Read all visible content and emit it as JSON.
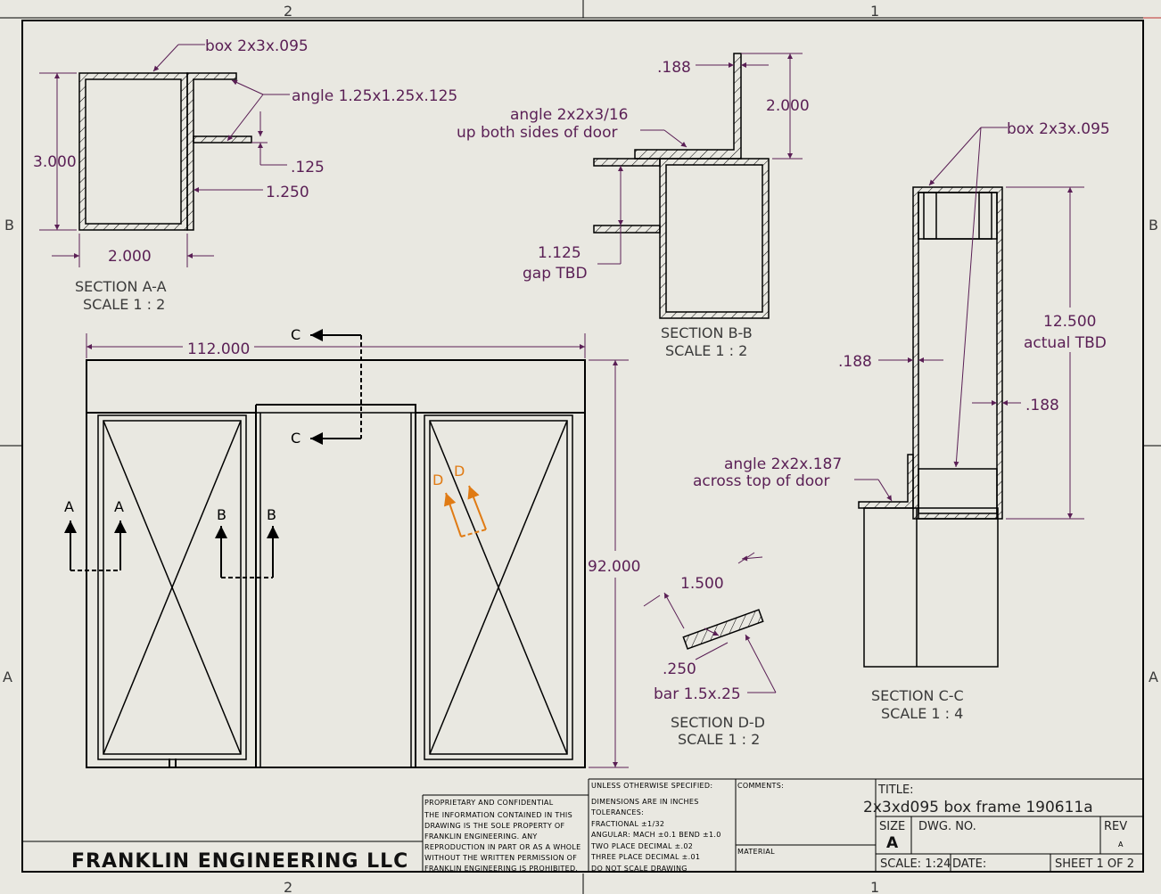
{
  "border": {
    "zone_top_left": "2",
    "zone_top_right": "1",
    "zone_bottom_left": "2",
    "zone_bottom_right": "1",
    "row_b": "B",
    "row_a": "A"
  },
  "section_aa": {
    "callout_box": "box 2x3x.095",
    "callout_angle": "angle 1.25x1.25x.125",
    "dim_height": "3.000",
    "dim_width": "2.000",
    "dim_thk": ".125",
    "dim_leg": "1.250",
    "title": "SECTION A-A",
    "scale": "SCALE 1 : 2"
  },
  "section_bb": {
    "dim_thk": ".188",
    "dim_height": "2.000",
    "callout_line1": "angle 2x2x3/16",
    "callout_line2": "up both sides of door",
    "dim_gap": "1.125",
    "gap_note": "gap TBD",
    "title": "SECTION B-B",
    "scale": "SCALE 1 : 2"
  },
  "section_cc": {
    "callout_box": "box 2x3x.095",
    "dim_height": "12.500",
    "dim_note": "actual TBD",
    "dim_thk_left": ".188",
    "dim_thk_right": ".188",
    "callout_line1": "angle 2x2x.187",
    "callout_line2": "across top of door",
    "title": "SECTION C-C",
    "scale": "SCALE 1 : 4"
  },
  "section_dd": {
    "dim_width": "1.500",
    "dim_thk": ".250",
    "callout_bar": "bar 1.5x.25",
    "title": "SECTION D-D",
    "scale": "SCALE 1 : 2"
  },
  "front_view": {
    "dim_width": "112.000",
    "dim_height": "92.000",
    "cut_c_top": "C",
    "cut_c_bottom": "C",
    "cut_a_left": "A",
    "cut_a_right": "A",
    "cut_b_left": "B",
    "cut_b_right": "B",
    "cut_d_left": "D",
    "cut_d_right": "D"
  },
  "title_block": {
    "company": "FRANKLIN ENGINEERING LLC",
    "proprietary": [
      "PROPRIETARY AND CONFIDENTIAL",
      "THE INFORMATION CONTAINED IN THIS",
      "DRAWING IS THE SOLE PROPERTY OF",
      "FRANKLIN ENGINEERING.  ANY",
      "REPRODUCTION IN PART OR AS A WHOLE",
      "WITHOUT THE WRITTEN PERMISSION OF",
      "FRANKLIN ENGINEERING IS PROHIBITED."
    ],
    "tolerances": [
      "UNLESS OTHERWISE SPECIFIED:",
      "DIMENSIONS ARE IN INCHES",
      "TOLERANCES:",
      "FRACTIONAL ±1/32",
      "ANGULAR: MACH ±0.1  BEND  ±1.0",
      "TWO PLACE DECIMAL    ±.02",
      "THREE PLACE DECIMAL   ±.01",
      "DO NOT SCALE DRAWING"
    ],
    "comments_label": "COMMENTS:",
    "material_label": "MATERIAL",
    "title_label": "TITLE:",
    "title_value": "2x3xd095 box frame 190611a",
    "size_label": "SIZE",
    "size_value": "A",
    "dwg_label": "DWG.  NO.",
    "rev_label": "REV",
    "rev_value": "A",
    "scale_text": "SCALE: 1:24",
    "date_label": "DATE:",
    "sheet_text": "SHEET 1 OF 2"
  },
  "colors": {
    "dimension": "#5a1f55",
    "line": "#000000",
    "cutting_plane_d": "#e07b14",
    "background": "#e9e8e1"
  }
}
